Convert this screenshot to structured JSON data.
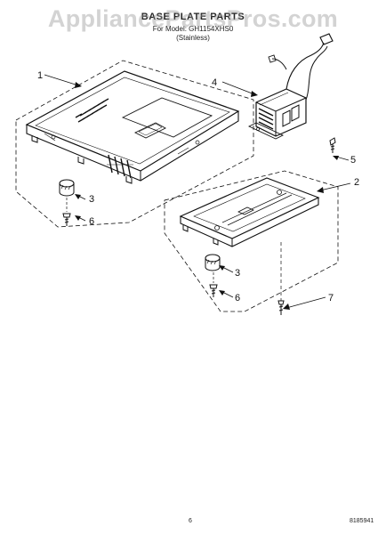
{
  "watermark": "AppliancePartsPros.com",
  "header": {
    "title": "BASE PLATE PARTS",
    "model_line": "For Model: GH1154XHS0",
    "color_line": "(Stainless)"
  },
  "callouts": [
    "1",
    "2",
    "3",
    "3",
    "4",
    "5",
    "6",
    "6",
    "7"
  ],
  "footer": {
    "page_number": "6",
    "doc_number": "8185941"
  },
  "colors": {
    "line": "#111111",
    "watermark": "#969696"
  }
}
